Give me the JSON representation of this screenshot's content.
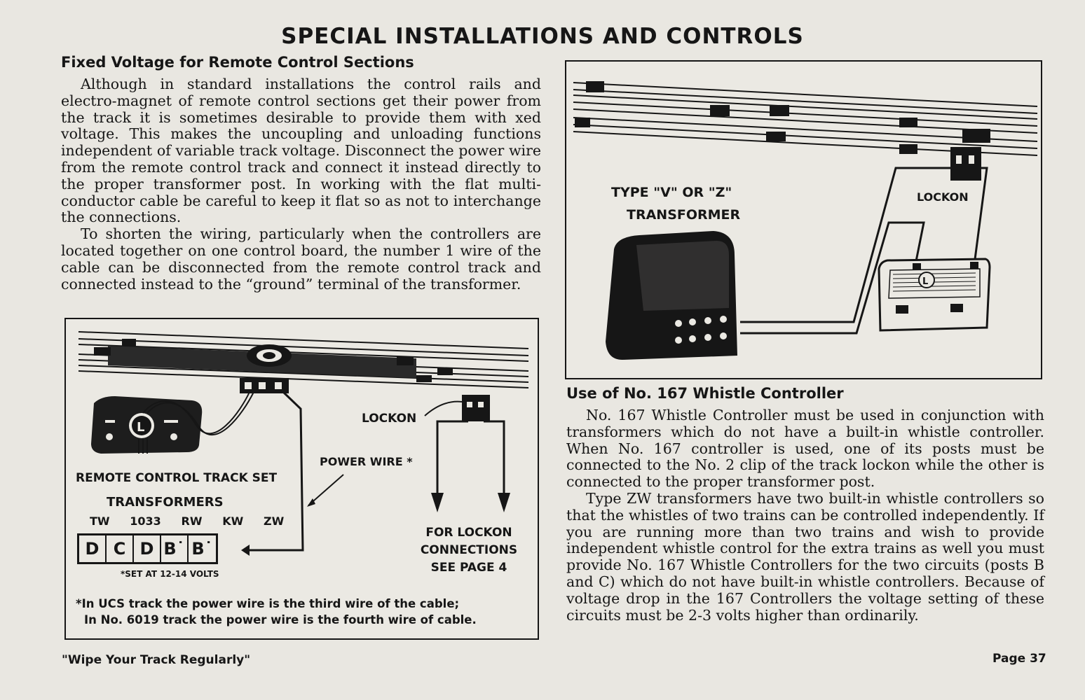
{
  "page": {
    "title": "SPECIAL INSTALLATIONS AND CONTROLS",
    "footer_left": "\"Wipe Your Track Regularly\"",
    "footer_right": "Page 37"
  },
  "fixed_voltage": {
    "heading": "Fixed Voltage for Remote Control Sections",
    "paragraphs": [
      "Although in standard installations the control rails and electro-magnet of remote control sections get their power from the track it is sometimes desirable to provide them with xed voltage. This makes the uncoupling and unloading functions independent of variable track voltage. Disconnect the power wire from the remote control track and connect it instead directly to the proper transformer post. In working with the flat multi-conductor cable be careful to keep it flat so as not to interchange the connections.",
      "To shorten the wiring, particularly when the controllers are located together on one control board, the number 1 wire of the cable can be disconnected from the remote control track and connected instead to the “ground” terminal of the transformer."
    ]
  },
  "diagram_left": {
    "lockon_label": "LOCKON",
    "power_wire_label": "POWER WIRE *",
    "remote_set_label": "REMOTE CONTROL TRACK SET",
    "transformers_label": "TRANSFORMERS",
    "models": [
      "TW",
      "1033",
      "RW",
      "KW",
      "ZW"
    ],
    "terminals": [
      "D",
      "C",
      "D",
      "B˙",
      "B˙"
    ],
    "set_volts_note": "*SET AT 12-14 VOLTS",
    "lockon_connections": [
      "FOR LOCKON",
      "CONNECTIONS",
      "SEE PAGE 4"
    ],
    "footnote_line1": "*In UCS track the power wire is the third wire of the cable;",
    "footnote_line2": "In No. 6019 track the power wire is the fourth wire of cable."
  },
  "diagram_right": {
    "transformer_label_line1": "TYPE \"V\" OR \"Z\"",
    "transformer_label_line2": "TRANSFORMER",
    "lockon_label": "LOCKON"
  },
  "whistle": {
    "heading": "Use of No. 167 Whistle Controller",
    "paragraphs": [
      "No. 167 Whistle Controller must be used in conjunction with transformers which do not have a built-in whistle controller. When No. 167 controller is used, one of its posts must be connected to the No. 2 clip of the track lockon while the other is connected to the proper transformer post.",
      "Type ZW transformers have two built-in whistle controllers so that the whistles of two trains can be controlled independently. If you are running more than two trains and wish to provide independent whistle control for the extra trains as well you must provide No. 167 Whistle Controllers for the two circuits (posts B and C) which do not have built-in whistle controllers. Because of voltage drop in the 167 Controllers the voltage setting of these circuits must be 2-3 volts higher than ordinarily."
    ]
  }
}
